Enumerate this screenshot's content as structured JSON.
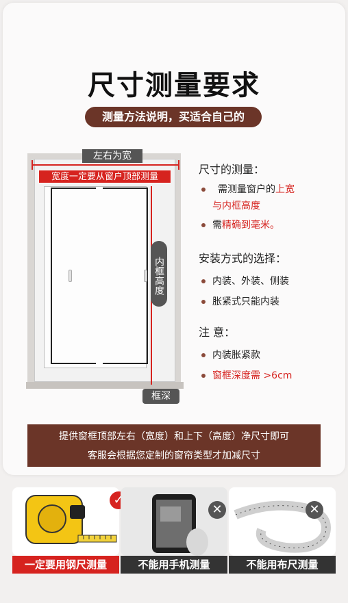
{
  "title": "尺寸测量要求",
  "subtitle": "测量方法说明，买适合自己的",
  "diagram": {
    "width_label": "左右为宽",
    "width_note": "宽度一定要从窗户顶部测量",
    "height_label": "内框高度",
    "depth_label": "框深"
  },
  "measure": {
    "heading": "尺寸的测量：",
    "item1_a": "需测量窗户的",
    "item1_b": "上宽",
    "item1_c": "与内框高度",
    "item2_a": "需",
    "item2_b": "精确到毫米。"
  },
  "install": {
    "heading": "安装方式的选择：",
    "items": [
      "内装、外装、侧装",
      "胀紧式只能内装"
    ]
  },
  "notes": {
    "heading": "注 意：",
    "item1": "内装胀紧款",
    "item2": "窗框深度需 >6cm"
  },
  "band": {
    "line1": "提供窗框顶部左右（宽度）和上下（高度）净尺寸即可",
    "line2": "客服会根据您定制的窗帘类型才加减尺寸"
  },
  "compare": {
    "steel": "一定要用钢尺测量",
    "phone": "不能用手机测量",
    "cloth": "不能用布尺测量"
  },
  "colors": {
    "brand": "#6b3528",
    "accent": "#d6231f"
  }
}
